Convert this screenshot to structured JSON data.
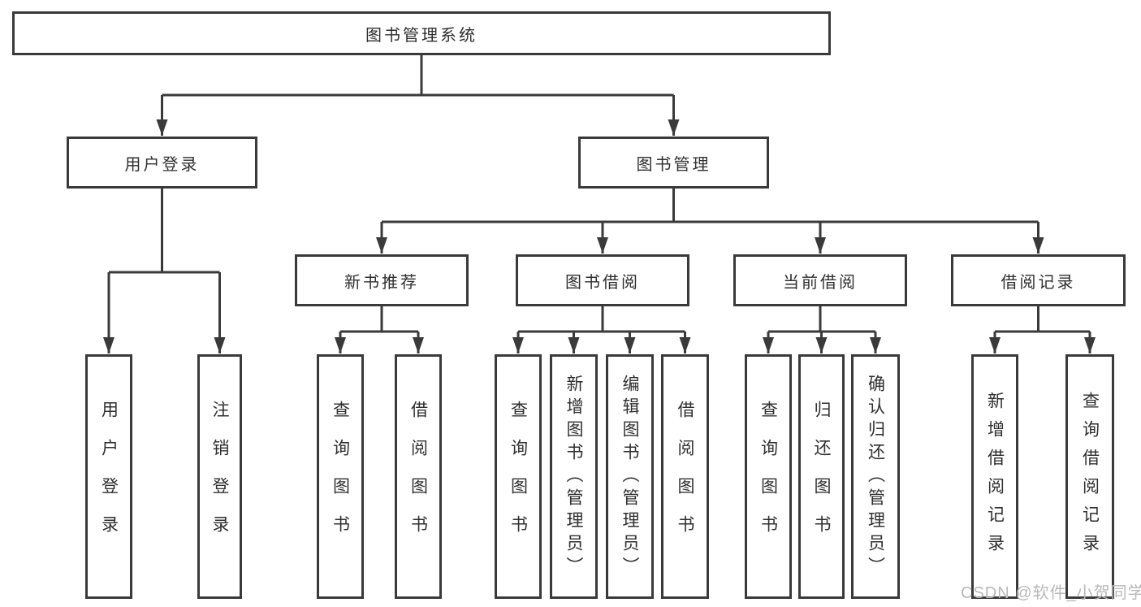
{
  "colors": {
    "line": "#3a3a3a",
    "text": "#2f2f2f",
    "background": "#ffffff",
    "watermark": "#b8b8b8"
  },
  "nodes": {
    "root": {
      "label": "图书管理系统"
    },
    "level2": [
      {
        "label": "用户登录"
      },
      {
        "label": "图书管理"
      }
    ],
    "level3": [
      {
        "label": "新书推荐"
      },
      {
        "label": "图书借阅"
      },
      {
        "label": "当前借阅"
      },
      {
        "label": "借阅记录"
      }
    ],
    "leaves": [
      {
        "label": "用户登录"
      },
      {
        "label": "注销登录"
      },
      {
        "label": "查询图书"
      },
      {
        "label": "借阅图书"
      },
      {
        "label": "查询图书"
      },
      {
        "label": "新增图书（管理员）"
      },
      {
        "label": "编辑图书（管理员）"
      },
      {
        "label": "借阅图书"
      },
      {
        "label": "查询图书"
      },
      {
        "label": "归还图书"
      },
      {
        "label": "确认归还（管理员）"
      },
      {
        "label": "新增借阅记录"
      },
      {
        "label": "查询借阅记录"
      }
    ]
  },
  "watermark": {
    "text": "CSDN @软件_小贺同学"
  }
}
